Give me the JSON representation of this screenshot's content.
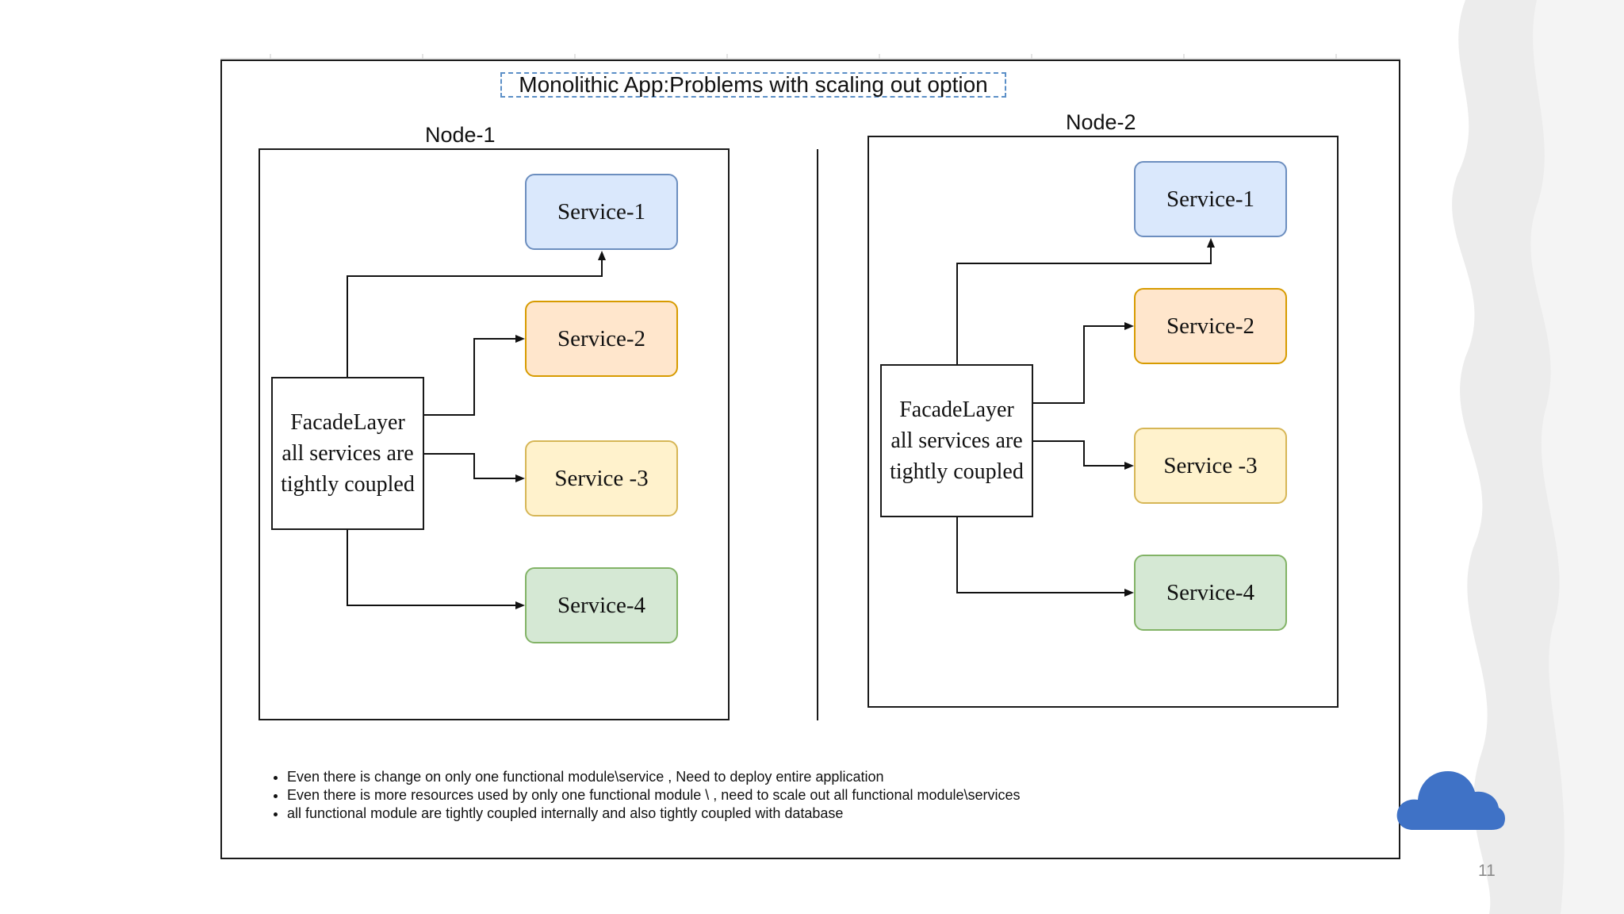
{
  "slide": {
    "title": "Monolithic App:Problems with scaling out option",
    "page_number": "11"
  },
  "nodes": [
    {
      "label": "Node-1",
      "facade": {
        "line1": "FacadeLayer",
        "line2": "all  services are",
        "line3": "tightly coupled"
      },
      "services": [
        "Service-1",
        "Service-2",
        "Service -3",
        "Service-4"
      ]
    },
    {
      "label": "Node-2",
      "facade": {
        "line1": "FacadeLayer",
        "line2": "all  services are",
        "line3": "tightly coupled"
      },
      "services": [
        "Service-1",
        "Service-2",
        "Service -3",
        "Service-4"
      ]
    }
  ],
  "notes": [
    "Even there is change on only one functional module\\service , Need to deploy entire application",
    "Even there is more resources used by only one functional module \\ , need to scale out all functional module\\services",
    "all functional module are tightly coupled  internally and also tightly coupled with database"
  ],
  "colors": {
    "service_1_fill": "#dae8fc",
    "service_2_fill": "#ffe6cc",
    "service_3_fill": "#fff2cc",
    "service_4_fill": "#d5e8d4",
    "title_border": "#5b8fc7",
    "cloud": "#3f72c6"
  }
}
